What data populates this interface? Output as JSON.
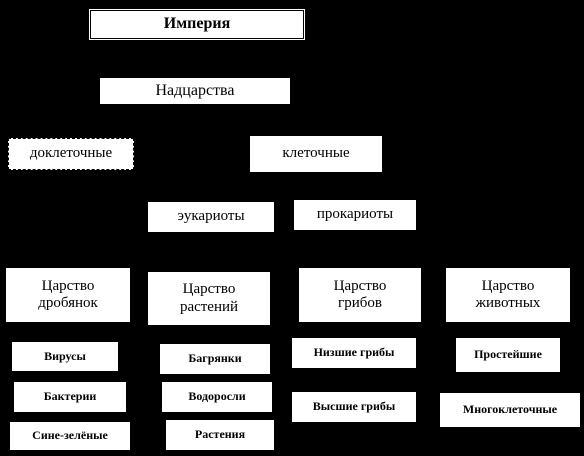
{
  "diagram": {
    "root": "Империя",
    "superkingdoms": "Надцарства",
    "precellular": "доклеточные",
    "cellular": "клеточные",
    "eukaryotes": "эукариоты",
    "prokaryotes": "прокариоты",
    "kingdoms": {
      "fragmenters": "Царство\nдробянок",
      "plants": "Царство\nрастений",
      "fungi": "Царство\nгрибов",
      "animals": "Царство\nживотных"
    },
    "members": {
      "fragmenters": [
        "Вирусы",
        "Бактерии",
        "Сине-зелёные"
      ],
      "plants": [
        "Багрянки",
        "Водоросли",
        "Растения"
      ],
      "fungi": [
        "Низшие грибы",
        "Высшие грибы"
      ],
      "animals": [
        "Простейшие",
        "Многоклеточные"
      ]
    }
  }
}
